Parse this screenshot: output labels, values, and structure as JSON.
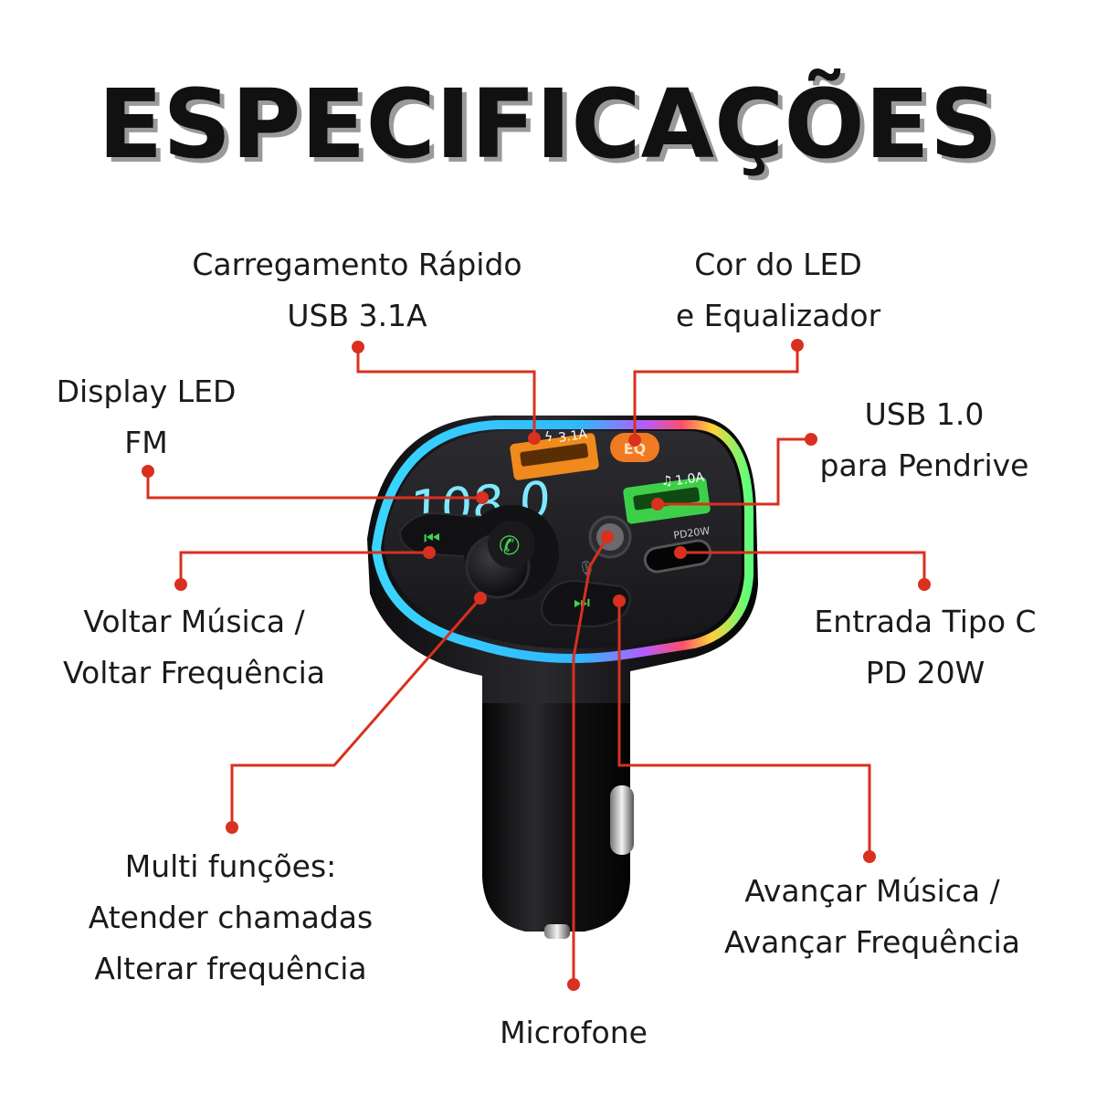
{
  "title": "ESPECIFICAÇÕES",
  "colors": {
    "accent": "#d9301f",
    "device": "#1c1c1e",
    "title": "#111111"
  },
  "device": {
    "port_left_label": "3.1A",
    "port_right_label": "1.0A",
    "eq_label": "EQ",
    "usbc_label": "PD20W",
    "display_value": "108.0",
    "icons": [
      "lightning-icon",
      "music-note-icon",
      "phone-icon",
      "previous-icon",
      "next-icon",
      "microphone-icon"
    ]
  },
  "labels": {
    "fast_charge": {
      "line1": "Carregamento Rápido",
      "line2": "USB 3.1A"
    },
    "led_color": {
      "line1": "Cor do LED",
      "line2": "e Equalizador"
    },
    "display": {
      "line1": "Display LED",
      "line2": "FM"
    },
    "usb_pendrive": {
      "line1": "USB 1.0",
      "line2": "para Pendrive"
    },
    "back_music": {
      "line1": "Voltar Música /",
      "line2": "Voltar Frequência"
    },
    "type_c": {
      "line1": "Entrada Tipo C",
      "line2": "PD 20W"
    },
    "multi": {
      "line1": "Multi funções:",
      "line2": "Atender chamadas",
      "line3": "Alterar frequência"
    },
    "forward_music": {
      "line1": "Avançar Música /",
      "line2": "Avançar Frequência"
    },
    "microphone": {
      "line1": "Microfone"
    }
  }
}
